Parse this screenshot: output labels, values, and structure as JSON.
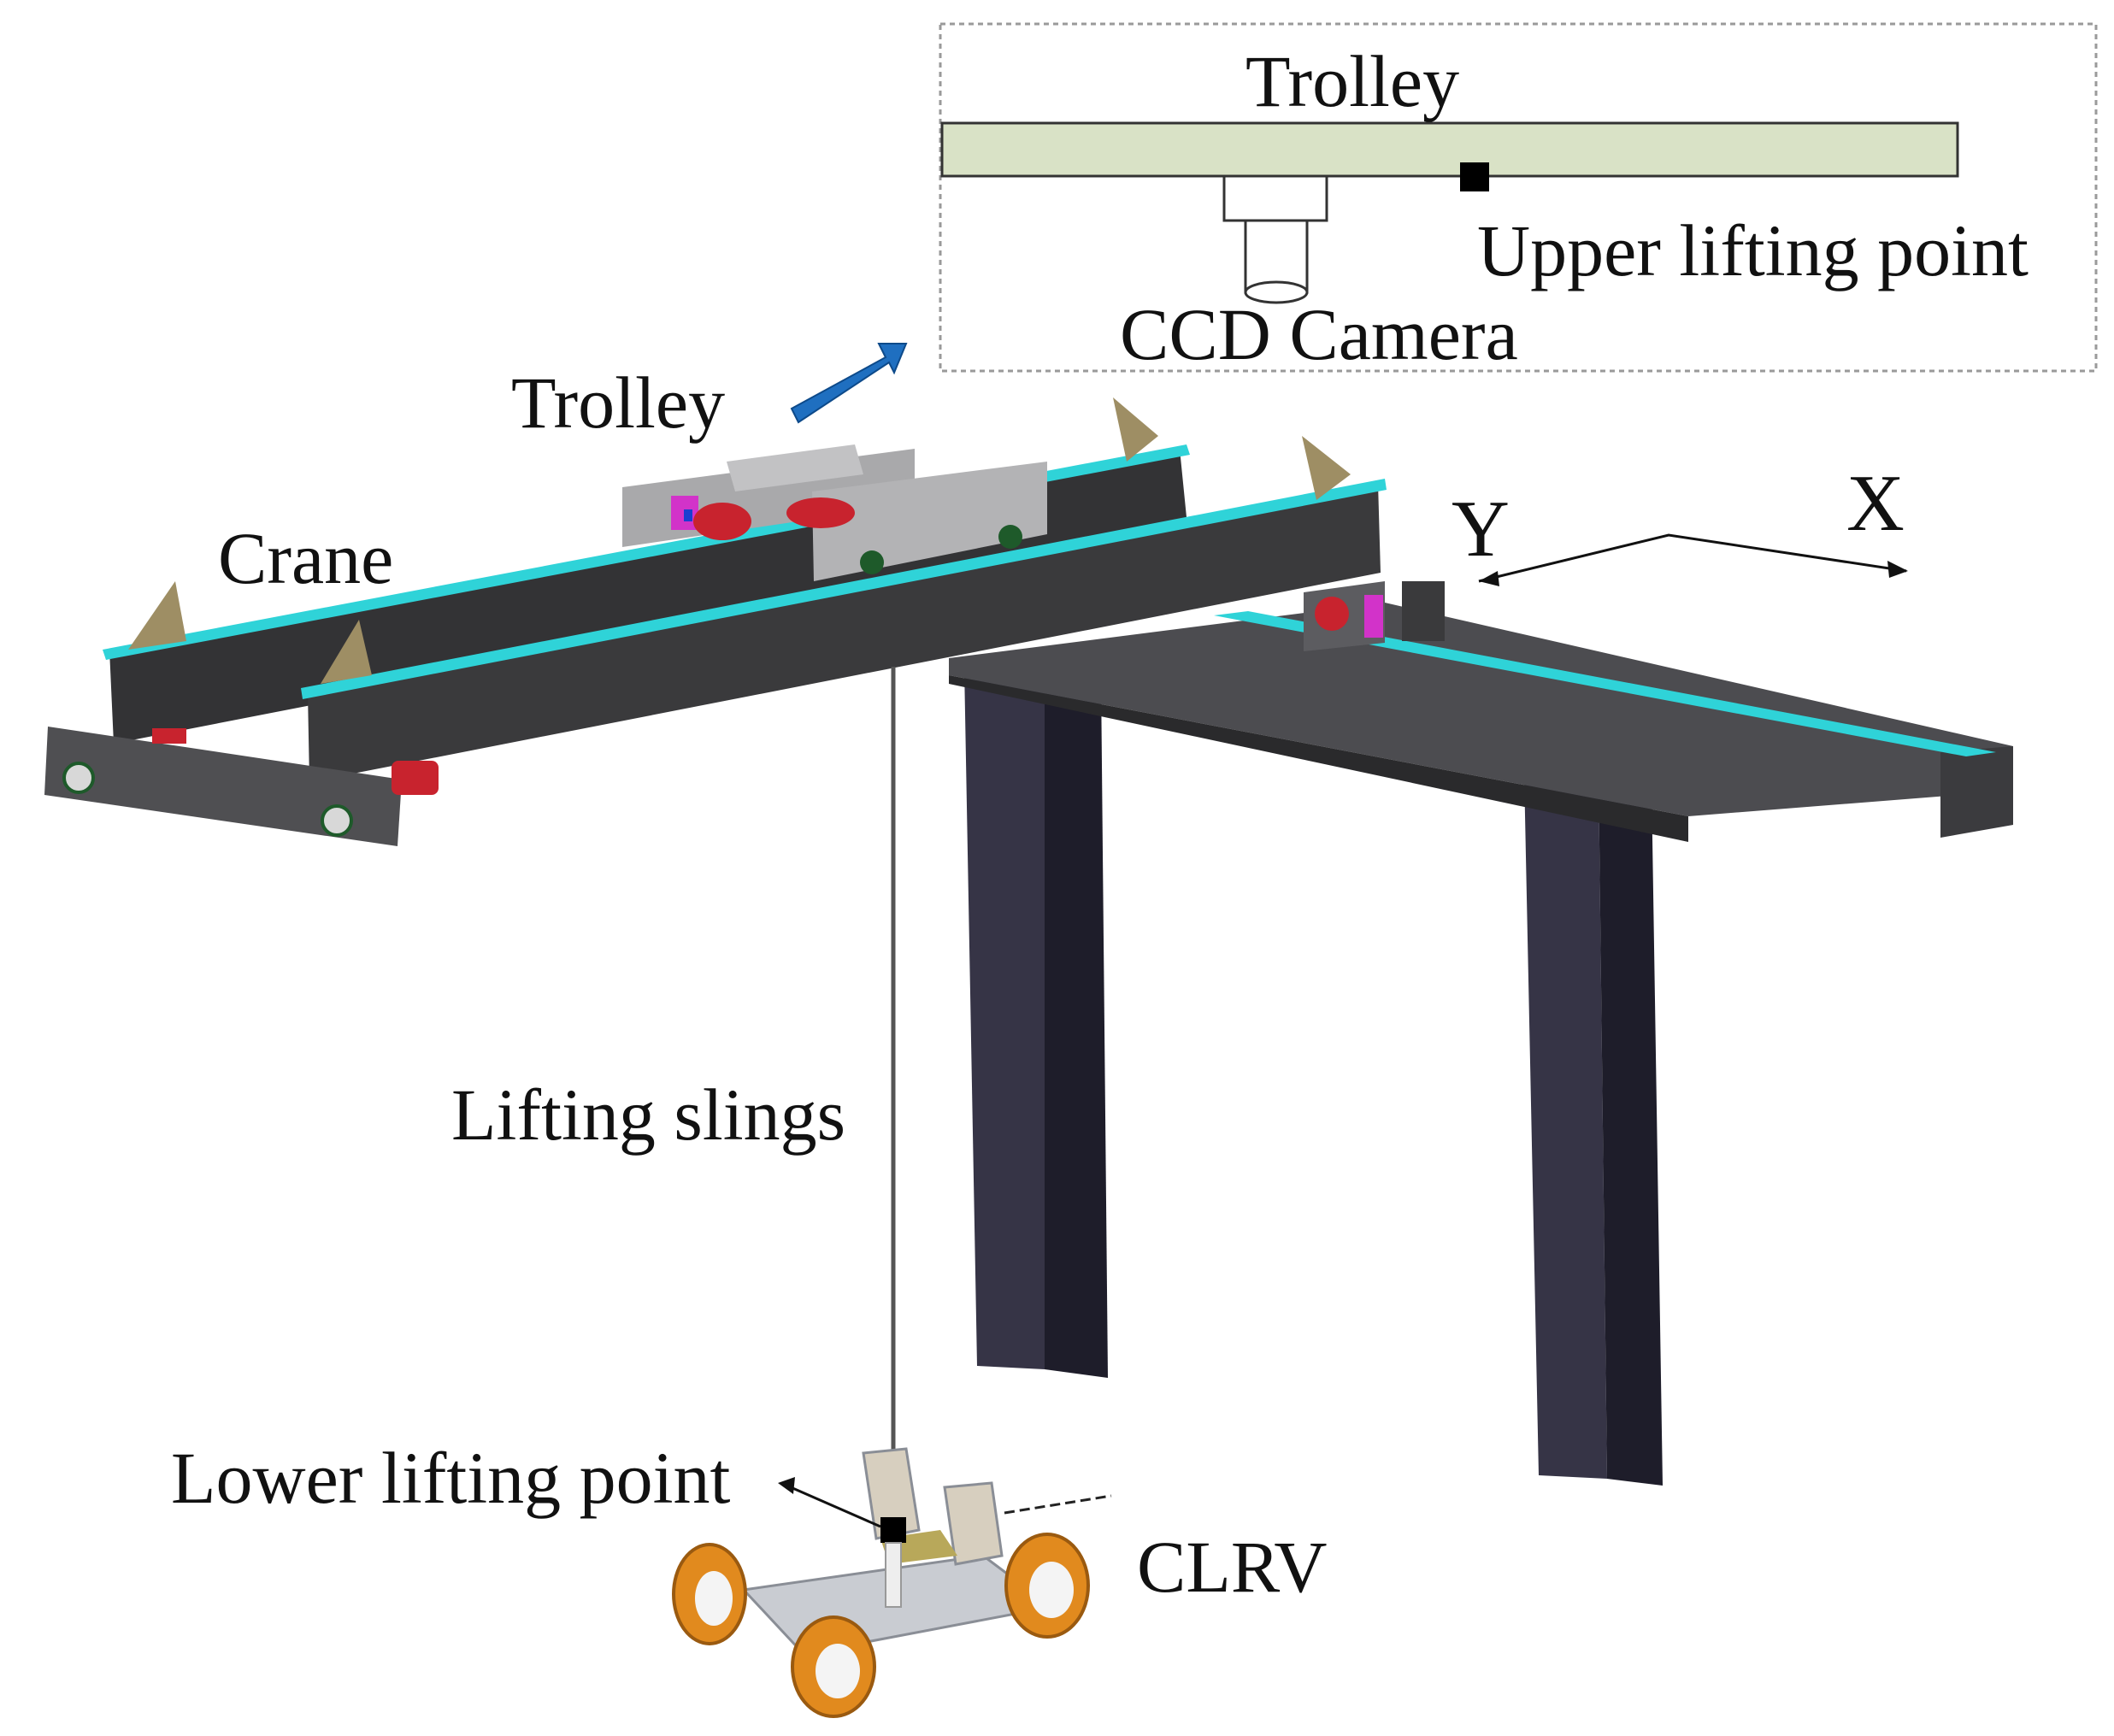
{
  "figure": {
    "labels": {
      "inset_trolley": "Trolley",
      "upper_lifting_point": "Upper lifting point",
      "ccd_camera": "CCD Camera",
      "trolley": "Trolley",
      "crane": "Crane",
      "axis_y": "Y",
      "axis_x": "X",
      "lifting_slings": "Lifting slings",
      "lower_lifting_point": "Lower lifting point",
      "clrv": "CLRV"
    },
    "colors": {
      "beam_dark": "#3a3a3c",
      "beam_mid": "#4f4f52",
      "rail_cyan": "#2fd3d8",
      "pillar": "#2c2b3c",
      "trolley_gray": "#a8a8a8",
      "motor_red": "#c8232e",
      "magenta": "#d233c9",
      "bracket_tan": "#9e8e64",
      "inset_trolley_fill": "#d9e2c6",
      "arrow_blue": "#1f6fc0",
      "wheel_orange": "#e18a1e"
    },
    "icons": [
      "inset-box",
      "blue-pointer-arrow",
      "xy-axis-arrows",
      "lunar-rover-model"
    ]
  }
}
